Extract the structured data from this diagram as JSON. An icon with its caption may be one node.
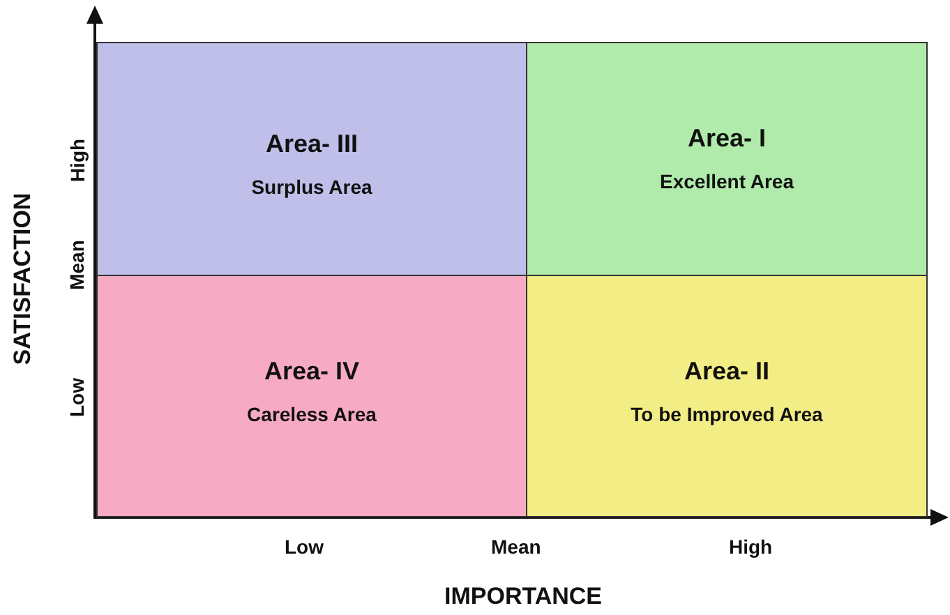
{
  "diagram": {
    "nodes": [
      {
        "text": [
          "Area- III",
          "Surplus Area"
        ]
      },
      {
        "text": [
          "Area- I",
          "Excellent Area"
        ]
      },
      {
        "text": [
          "Area- IV",
          "Careless Area"
        ]
      },
      {
        "text": [
          "Area- II",
          "To be Improved Area"
        ]
      }
    ],
    "labels": [
      "High",
      "SATISFACTION",
      "Mean",
      "Low",
      "Low",
      "Mean",
      "High",
      "IMPORTANCE"
    ]
  }
}
